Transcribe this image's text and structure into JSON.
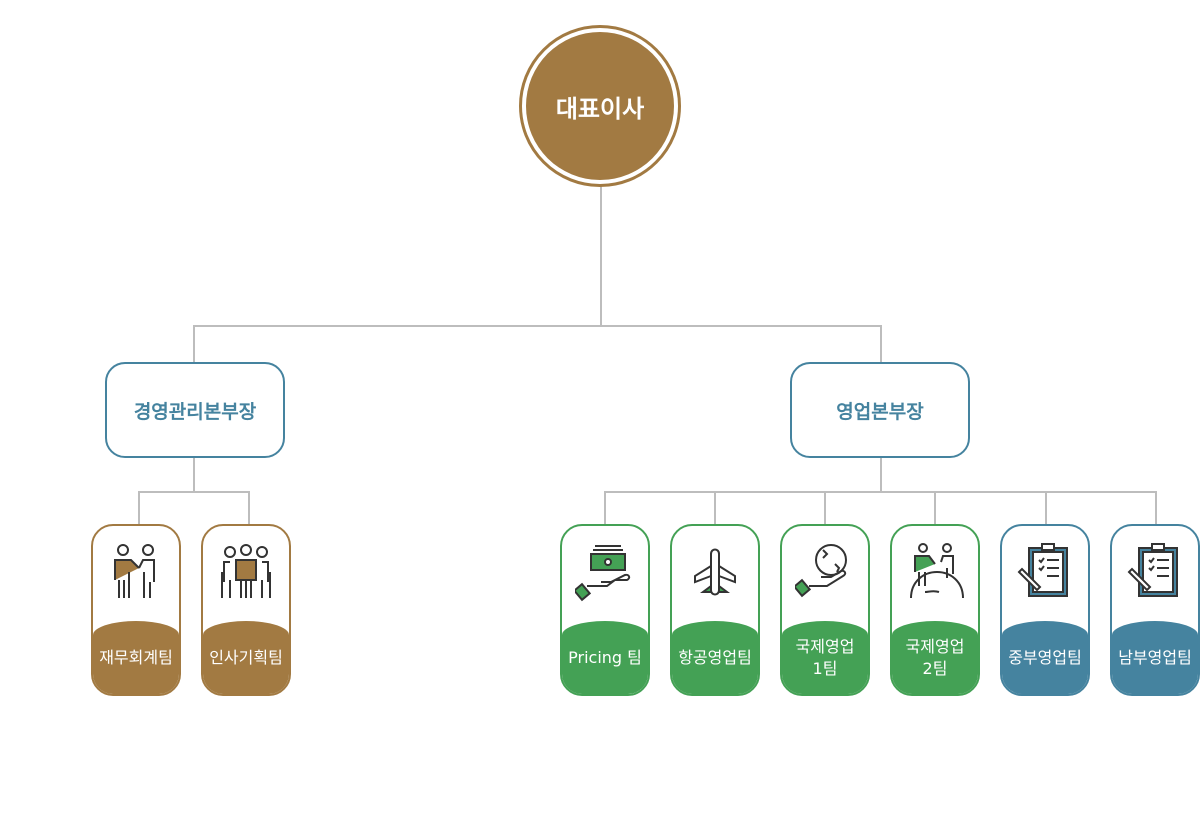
{
  "root": {
    "label": "대표이사"
  },
  "divisions": [
    {
      "label": "경영관리본부장"
    },
    {
      "label": "영업본부장"
    }
  ],
  "teams": [
    {
      "label": "재무회계팀",
      "icon": "handshake-icon",
      "color": "#a27a42"
    },
    {
      "label": "인사기획팀",
      "icon": "people-group-icon",
      "color": "#a27a42"
    },
    {
      "label": "Pricing 팀",
      "icon": "money-hand-icon",
      "color": "#44a155"
    },
    {
      "label": "항공영업팀",
      "icon": "airplane-icon",
      "color": "#44a155"
    },
    {
      "label": "국제영업\n1팀",
      "icon": "globe-hand-icon",
      "color": "#44a155"
    },
    {
      "label": "국제영업\n2팀",
      "icon": "globe-people-icon",
      "color": "#44a155"
    },
    {
      "label": "중부영업팀",
      "icon": "clipboard-icon",
      "color": "#45839f"
    },
    {
      "label": "남부영업팀",
      "icon": "clipboard-icon",
      "color": "#45839f"
    }
  ]
}
